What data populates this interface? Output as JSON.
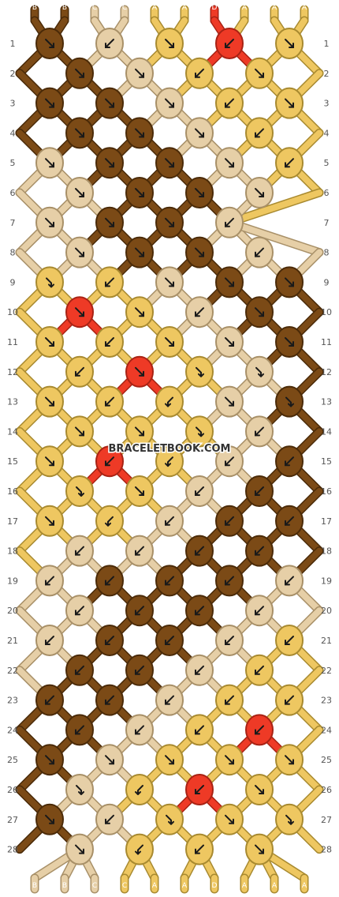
{
  "watermark": "BRACELETBOOK.COM",
  "colors": {
    "B": "#7b4a16",
    "C": "#e6cfa7",
    "A": "#eec761",
    "D": "#ee3a26"
  },
  "strands": [
    "B",
    "B",
    "C",
    "C",
    "A",
    "A",
    "D",
    "A",
    "A",
    "A"
  ],
  "rows": [
    {
      "num": "1",
      "knots": [
        {
          "color": "B",
          "dir": "down-right"
        },
        {
          "color": "C",
          "dir": "down-left"
        },
        {
          "color": "A",
          "dir": "down-right"
        },
        {
          "color": "D",
          "dir": "down-left"
        },
        {
          "color": "A",
          "dir": "down-right"
        }
      ]
    },
    {
      "num": "2",
      "knots": [
        {
          "color": "B",
          "dir": "down-right"
        },
        {
          "color": "C",
          "dir": "down-right"
        },
        {
          "color": "A",
          "dir": "down-left"
        },
        {
          "color": "A",
          "dir": "down-right"
        }
      ]
    },
    {
      "num": "3",
      "knots": [
        {
          "color": "B",
          "dir": "down-right"
        },
        {
          "color": "B",
          "dir": "down-right"
        },
        {
          "color": "C",
          "dir": "down-right"
        },
        {
          "color": "A",
          "dir": "down-left"
        },
        {
          "color": "A",
          "dir": "down-right"
        }
      ]
    },
    {
      "num": "4",
      "knots": [
        {
          "color": "B",
          "dir": "down-right"
        },
        {
          "color": "B",
          "dir": "down-right"
        },
        {
          "color": "C",
          "dir": "down-right"
        },
        {
          "color": "A",
          "dir": "down-left"
        }
      ]
    },
    {
      "num": "5",
      "knots": [
        {
          "color": "C",
          "dir": "down-right"
        },
        {
          "color": "B",
          "dir": "down-right"
        },
        {
          "color": "B",
          "dir": "down-right"
        },
        {
          "color": "C",
          "dir": "down-right"
        },
        {
          "color": "A",
          "dir": "down-left"
        }
      ]
    },
    {
      "num": "6",
      "knots": [
        {
          "color": "C",
          "dir": "down-right"
        },
        {
          "color": "B",
          "dir": "down-right"
        },
        {
          "color": "B",
          "dir": "down-right"
        },
        {
          "color": "C",
          "dir": "down-right"
        }
      ]
    },
    {
      "num": "7",
      "knots": [
        {
          "color": "C",
          "dir": "down-right"
        },
        {
          "color": "B",
          "dir": "down-right"
        },
        {
          "color": "B",
          "dir": "down-right"
        },
        {
          "color": "C",
          "dir": "down-left"
        }
      ]
    },
    {
      "num": "8",
      "knots": [
        {
          "color": "C",
          "dir": "down-right"
        },
        {
          "color": "B",
          "dir": "down-right"
        },
        {
          "color": "B",
          "dir": "down-right"
        },
        {
          "color": "C",
          "dir": "down-left"
        }
      ]
    },
    {
      "num": "9",
      "knots": [
        {
          "color": "A",
          "dir": "right-down"
        },
        {
          "color": "A",
          "dir": "down-left"
        },
        {
          "color": "C",
          "dir": "down-right"
        },
        {
          "color": "B",
          "dir": "down-right"
        },
        {
          "color": "B",
          "dir": "down-right"
        }
      ]
    },
    {
      "num": "10",
      "knots": [
        {
          "color": "D",
          "dir": "down-right"
        },
        {
          "color": "A",
          "dir": "down-right"
        },
        {
          "color": "C",
          "dir": "down-left"
        },
        {
          "color": "B",
          "dir": "down-right"
        }
      ]
    },
    {
      "num": "11",
      "knots": [
        {
          "color": "A",
          "dir": "down-right"
        },
        {
          "color": "A",
          "dir": "down-left"
        },
        {
          "color": "A",
          "dir": "down-right"
        },
        {
          "color": "C",
          "dir": "down-right"
        },
        {
          "color": "B",
          "dir": "down-right"
        }
      ]
    },
    {
      "num": "12",
      "knots": [
        {
          "color": "A",
          "dir": "down-left"
        },
        {
          "color": "D",
          "dir": "down-right"
        },
        {
          "color": "A",
          "dir": "right-down"
        },
        {
          "color": "C",
          "dir": "right-down"
        }
      ]
    },
    {
      "num": "13",
      "knots": [
        {
          "color": "A",
          "dir": "down-right"
        },
        {
          "color": "A",
          "dir": "down-left"
        },
        {
          "color": "A",
          "dir": "left-down"
        },
        {
          "color": "C",
          "dir": "down-right"
        },
        {
          "color": "B",
          "dir": "right-down"
        }
      ]
    },
    {
      "num": "14",
      "knots": [
        {
          "color": "A",
          "dir": "down-right"
        },
        {
          "color": "A",
          "dir": "down-right"
        },
        {
          "color": "A",
          "dir": "right-down"
        },
        {
          "color": "C",
          "dir": "down-left"
        }
      ]
    },
    {
      "num": "15",
      "knots": [
        {
          "color": "A",
          "dir": "down-right"
        },
        {
          "color": "D",
          "dir": "down-left"
        },
        {
          "color": "A",
          "dir": "left-down"
        },
        {
          "color": "C",
          "dir": "down-left"
        },
        {
          "color": "B",
          "dir": "down-left"
        }
      ]
    },
    {
      "num": "16",
      "knots": [
        {
          "color": "A",
          "dir": "right-down"
        },
        {
          "color": "A",
          "dir": "down-right"
        },
        {
          "color": "C",
          "dir": "down-left"
        },
        {
          "color": "B",
          "dir": "down-left"
        }
      ]
    },
    {
      "num": "17",
      "knots": [
        {
          "color": "A",
          "dir": "down-right"
        },
        {
          "color": "A",
          "dir": "left-down"
        },
        {
          "color": "C",
          "dir": "down-left"
        },
        {
          "color": "B",
          "dir": "down-left"
        },
        {
          "color": "B",
          "dir": "down-left"
        }
      ]
    },
    {
      "num": "18",
      "knots": [
        {
          "color": "C",
          "dir": "down-left"
        },
        {
          "color": "C",
          "dir": "down-left"
        },
        {
          "color": "B",
          "dir": "down-left"
        },
        {
          "color": "B",
          "dir": "down-left"
        }
      ]
    },
    {
      "num": "19",
      "knots": [
        {
          "color": "C",
          "dir": "down-left"
        },
        {
          "color": "B",
          "dir": "down-left"
        },
        {
          "color": "B",
          "dir": "down-left"
        },
        {
          "color": "B",
          "dir": "down-left"
        },
        {
          "color": "C",
          "dir": "down-left"
        }
      ]
    },
    {
      "num": "20",
      "knots": [
        {
          "color": "C",
          "dir": "down-left"
        },
        {
          "color": "B",
          "dir": "down-left"
        },
        {
          "color": "B",
          "dir": "down-left"
        },
        {
          "color": "C",
          "dir": "down-left"
        }
      ]
    },
    {
      "num": "21",
      "knots": [
        {
          "color": "C",
          "dir": "down-left"
        },
        {
          "color": "B",
          "dir": "down-left"
        },
        {
          "color": "B",
          "dir": "down-left"
        },
        {
          "color": "C",
          "dir": "down-left"
        },
        {
          "color": "A",
          "dir": "down-left"
        }
      ]
    },
    {
      "num": "22",
      "knots": [
        {
          "color": "B",
          "dir": "down-left"
        },
        {
          "color": "B",
          "dir": "down-left"
        },
        {
          "color": "C",
          "dir": "down-left"
        },
        {
          "color": "A",
          "dir": "down-left"
        }
      ]
    },
    {
      "num": "23",
      "knots": [
        {
          "color": "B",
          "dir": "down-left"
        },
        {
          "color": "B",
          "dir": "down-left"
        },
        {
          "color": "C",
          "dir": "down-left"
        },
        {
          "color": "A",
          "dir": "down-left"
        },
        {
          "color": "A",
          "dir": "down-left"
        }
      ]
    },
    {
      "num": "24",
      "knots": [
        {
          "color": "B",
          "dir": "down-left"
        },
        {
          "color": "C",
          "dir": "down-left"
        },
        {
          "color": "A",
          "dir": "down-left"
        },
        {
          "color": "D",
          "dir": "down-left"
        }
      ]
    },
    {
      "num": "25",
      "knots": [
        {
          "color": "B",
          "dir": "down-right"
        },
        {
          "color": "C",
          "dir": "down-right"
        },
        {
          "color": "A",
          "dir": "down-right"
        },
        {
          "color": "A",
          "dir": "down-right"
        },
        {
          "color": "A",
          "dir": "down-right"
        }
      ]
    },
    {
      "num": "26",
      "knots": [
        {
          "color": "C",
          "dir": "right-down"
        },
        {
          "color": "A",
          "dir": "left-down"
        },
        {
          "color": "D",
          "dir": "down-left"
        },
        {
          "color": "A",
          "dir": "down-right"
        }
      ]
    },
    {
      "num": "27",
      "knots": [
        {
          "color": "B",
          "dir": "down-right"
        },
        {
          "color": "C",
          "dir": "down-left"
        },
        {
          "color": "A",
          "dir": "right-down"
        },
        {
          "color": "A",
          "dir": "down-right"
        },
        {
          "color": "A",
          "dir": "right-down"
        }
      ]
    },
    {
      "num": "28",
      "knots": [
        {
          "color": "C",
          "dir": "down-right"
        },
        {
          "color": "A",
          "dir": "left-down"
        },
        {
          "color": "A",
          "dir": "down-left"
        },
        {
          "color": "A",
          "dir": "down-right"
        }
      ]
    }
  ]
}
